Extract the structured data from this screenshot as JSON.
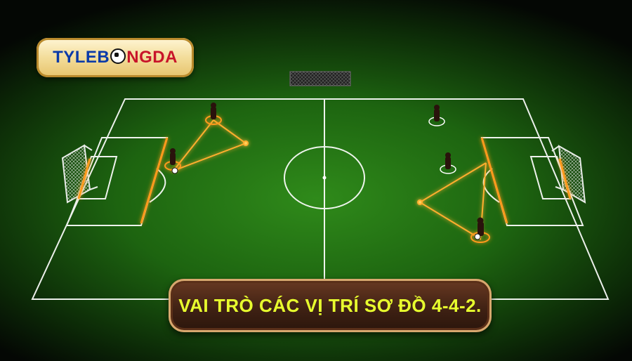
{
  "brand": {
    "prefix": "TYLEB",
    "suffix": "NGDA",
    "blue": "#0b3aa8",
    "red": "#c8142a"
  },
  "caption": {
    "text": "VAI TRÒ CÁC VỊ TRÍ SƠ ĐỒ 4-4-2."
  },
  "colors": {
    "pitch": "#2f8a1a",
    "lines": "#ffffff",
    "highlight": "#ff9a1e",
    "caption_text": "#e8ff2e"
  },
  "icons": [
    "soccer-ball-icon",
    "player-figure-icon",
    "goal-net-icon"
  ]
}
